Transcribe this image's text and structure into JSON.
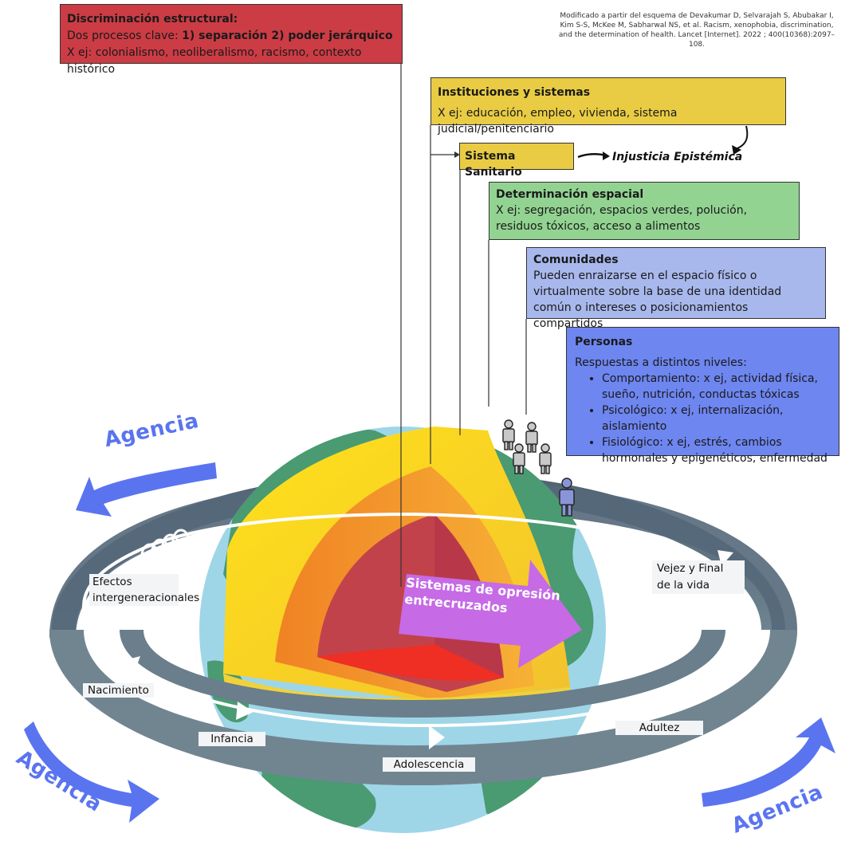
{
  "citation": "Modificado a partir del esquema de Devakumar D, Selvarajah S, Abubakar I, Kim S-S, McKee M, Sabharwal NS, et al. Racism, xenophobia, discrimination, and the determination of health. Lancet [Internet]. 2022 ; 400(10368):2097–108.",
  "structural": {
    "title": "Discriminación estructural:",
    "line1_prefix": "Dos procesos clave: ",
    "line1_bold": "1) separación 2) poder jerárquico",
    "line2": "X ej: colonialismo, neoliberalismo, racismo, contexto histórico"
  },
  "institutions": {
    "title": "Instituciones y sistemas",
    "body": "X ej: educación, empleo, vivienda, sistema judicial/penitenciario"
  },
  "health_system": {
    "title": "Sistema Sanitario",
    "arrow_target": "Injusticia Epistémica"
  },
  "spatial": {
    "title": "Determinación espacial",
    "body": "X ej: segregación,  espacios verdes, polución, residuos tóxicos, acceso a alimentos"
  },
  "communities": {
    "title": "Comunidades",
    "body": "Pueden enraizarse en el espacio físico o virtualmente sobre la base de una identidad común o intereses o posicionamientos compartidos"
  },
  "persons": {
    "title": "Personas",
    "intro": "Respuestas a distintos niveles:",
    "items": [
      "Comportamiento: x ej, actividad física, sueño, nutrición, conductas tóxicas",
      "Psicológico: x ej, internalización, aislamiento",
      "Fisiológico: x ej, estrés, cambios hormonales y epigenéticos, enfermedad"
    ]
  },
  "core_label": "Sistemas de opresión entrecruzados",
  "life_stages": {
    "effects_line1": "Efectos",
    "effects_line2": "intergeneracionales",
    "birth": "Nacimiento",
    "childhood": "Infancia",
    "adolescence": "Adolescencia",
    "adulthood": "Adultez",
    "old_age": "Vejez y Final de la vida"
  },
  "agency": [
    "Agencia",
    "Agencia",
    "Agencia"
  ],
  "colors": {
    "structural": "#cc3c45",
    "institutions": "#e9cc43",
    "spatial": "#92d392",
    "communities": "#a8b8ec",
    "persons": "#6e86f0",
    "agency": "#5a74f0",
    "oppression_arrow": "#c66ae6",
    "ring": "#6b7e89",
    "ocean": "#9ed6e8",
    "land": "#4a9a72"
  }
}
